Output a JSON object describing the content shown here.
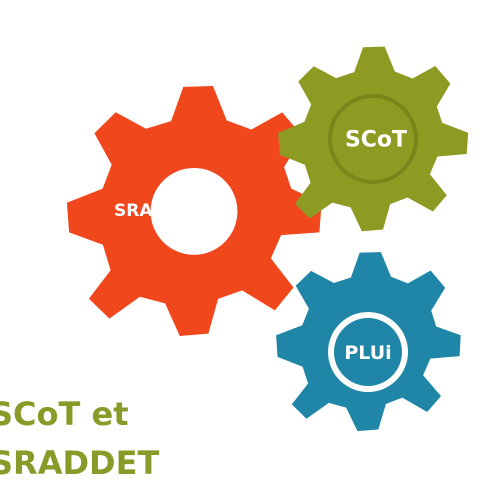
{
  "gears": {
    "sraddet": {
      "label": "SRADDET",
      "color": "#f0471d"
    },
    "scot": {
      "label": "SCoT",
      "color": "#8e9b23"
    },
    "plui": {
      "label": "PLUi",
      "color": "#1f86a8"
    }
  },
  "caption": {
    "line1": "SCoT et",
    "line2": "SRADDET",
    "color": "#8a9a28"
  }
}
